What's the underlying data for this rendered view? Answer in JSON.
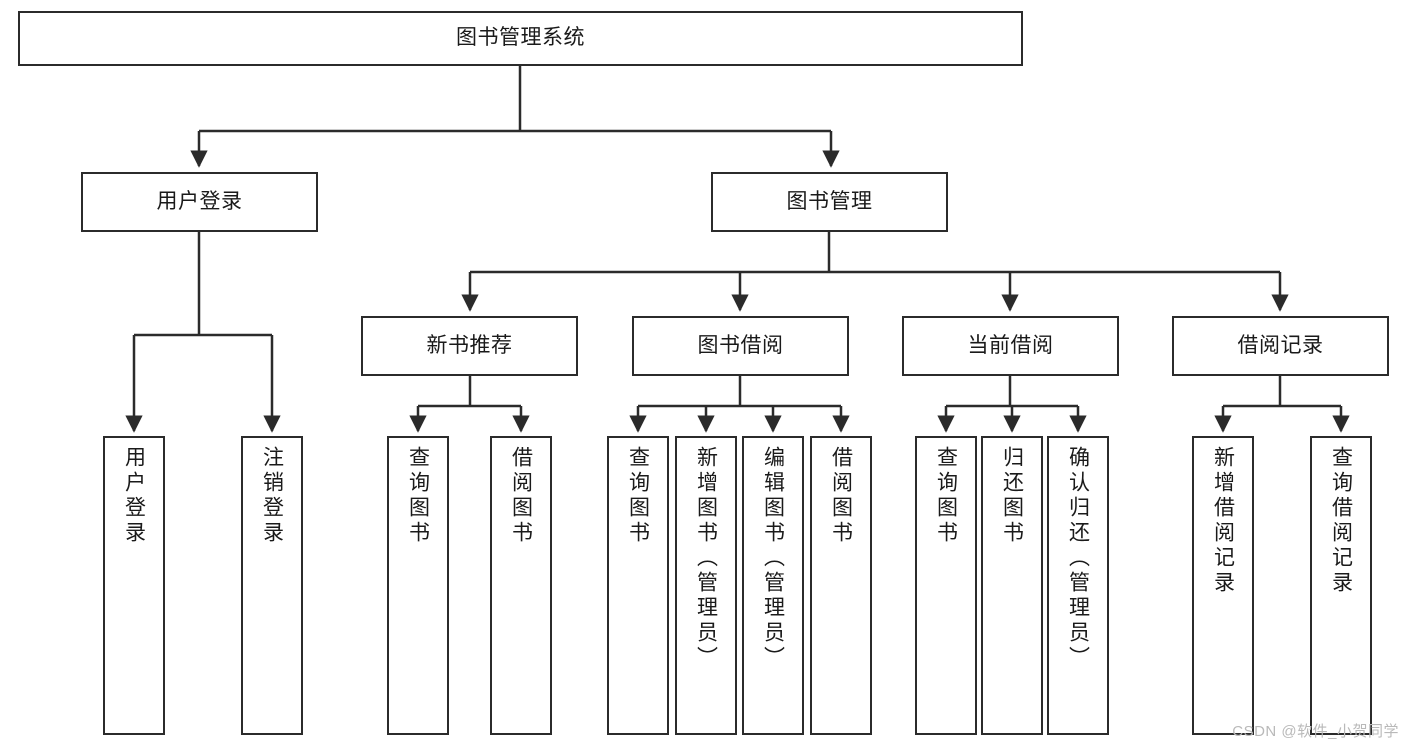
{
  "diagram": {
    "title_node": {
      "label": "图书管理系统"
    },
    "level1": [
      {
        "id": "user-login",
        "label": "用户登录"
      },
      {
        "id": "book-manage",
        "label": "图书管理"
      }
    ],
    "level2": [
      {
        "id": "new-book-recommend",
        "label": "新书推荐"
      },
      {
        "id": "book-borrow",
        "label": "图书借阅"
      },
      {
        "id": "current-borrow",
        "label": "当前借阅"
      },
      {
        "id": "borrow-record",
        "label": "借阅记录"
      }
    ],
    "leaves": [
      {
        "id": "leaf-user-login",
        "label": "用户登录",
        "parent": "user-login"
      },
      {
        "id": "leaf-logout-login",
        "label": "注销登录",
        "parent": "user-login"
      },
      {
        "id": "leaf-query-book-1",
        "label": "查询图书",
        "parent": "new-book-recommend"
      },
      {
        "id": "leaf-borrow-book-1",
        "label": "借阅图书",
        "parent": "new-book-recommend"
      },
      {
        "id": "leaf-query-book-2",
        "label": "查询图书",
        "parent": "book-borrow"
      },
      {
        "id": "leaf-add-book",
        "label": "新增图书（管理员）",
        "parent": "book-borrow"
      },
      {
        "id": "leaf-edit-book",
        "label": "编辑图书（管理员）",
        "parent": "book-borrow"
      },
      {
        "id": "leaf-borrow-book-2",
        "label": "借阅图书",
        "parent": "book-borrow"
      },
      {
        "id": "leaf-query-book-3",
        "label": "查询图书",
        "parent": "current-borrow"
      },
      {
        "id": "leaf-return-book",
        "label": "归还图书",
        "parent": "current-borrow"
      },
      {
        "id": "leaf-confirm-return",
        "label": "确认归还（管理员）",
        "parent": "current-borrow"
      },
      {
        "id": "leaf-add-record",
        "label": "新增借阅记录",
        "parent": "borrow-record"
      },
      {
        "id": "leaf-query-record",
        "label": "查询借阅记录",
        "parent": "borrow-record"
      }
    ],
    "watermark": "CSDN @软件_小贺同学",
    "colors": {
      "stroke": "#2b2b2b",
      "fill": "#ffffff",
      "text": "#1a1a1a",
      "watermark": "#b9b9b9"
    }
  }
}
